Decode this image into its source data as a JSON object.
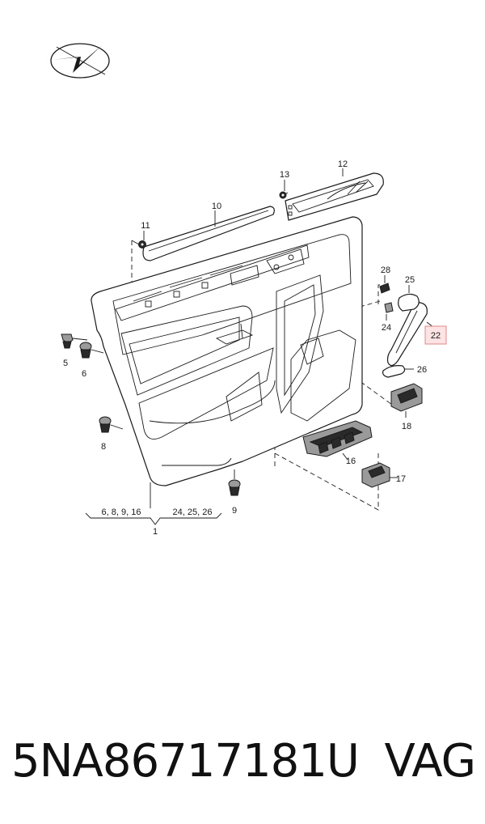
{
  "callouts": {
    "c1": "1",
    "c5": "5",
    "c6": "6",
    "c8": "8",
    "c9": "9",
    "c10": "10",
    "c11": "11",
    "c12": "12",
    "c13": "13",
    "c16": "16",
    "c17": "17",
    "c18": "18",
    "c22": "22",
    "c24": "24",
    "c25": "25",
    "c26": "26",
    "c28": "28"
  },
  "kit_groups": {
    "left": "6, 8, 9, 16",
    "right": "24, 25, 26"
  },
  "highlight_color": "#e08a8a",
  "footer": {
    "part_number": "5NA86717181U",
    "brand": "VAG"
  }
}
